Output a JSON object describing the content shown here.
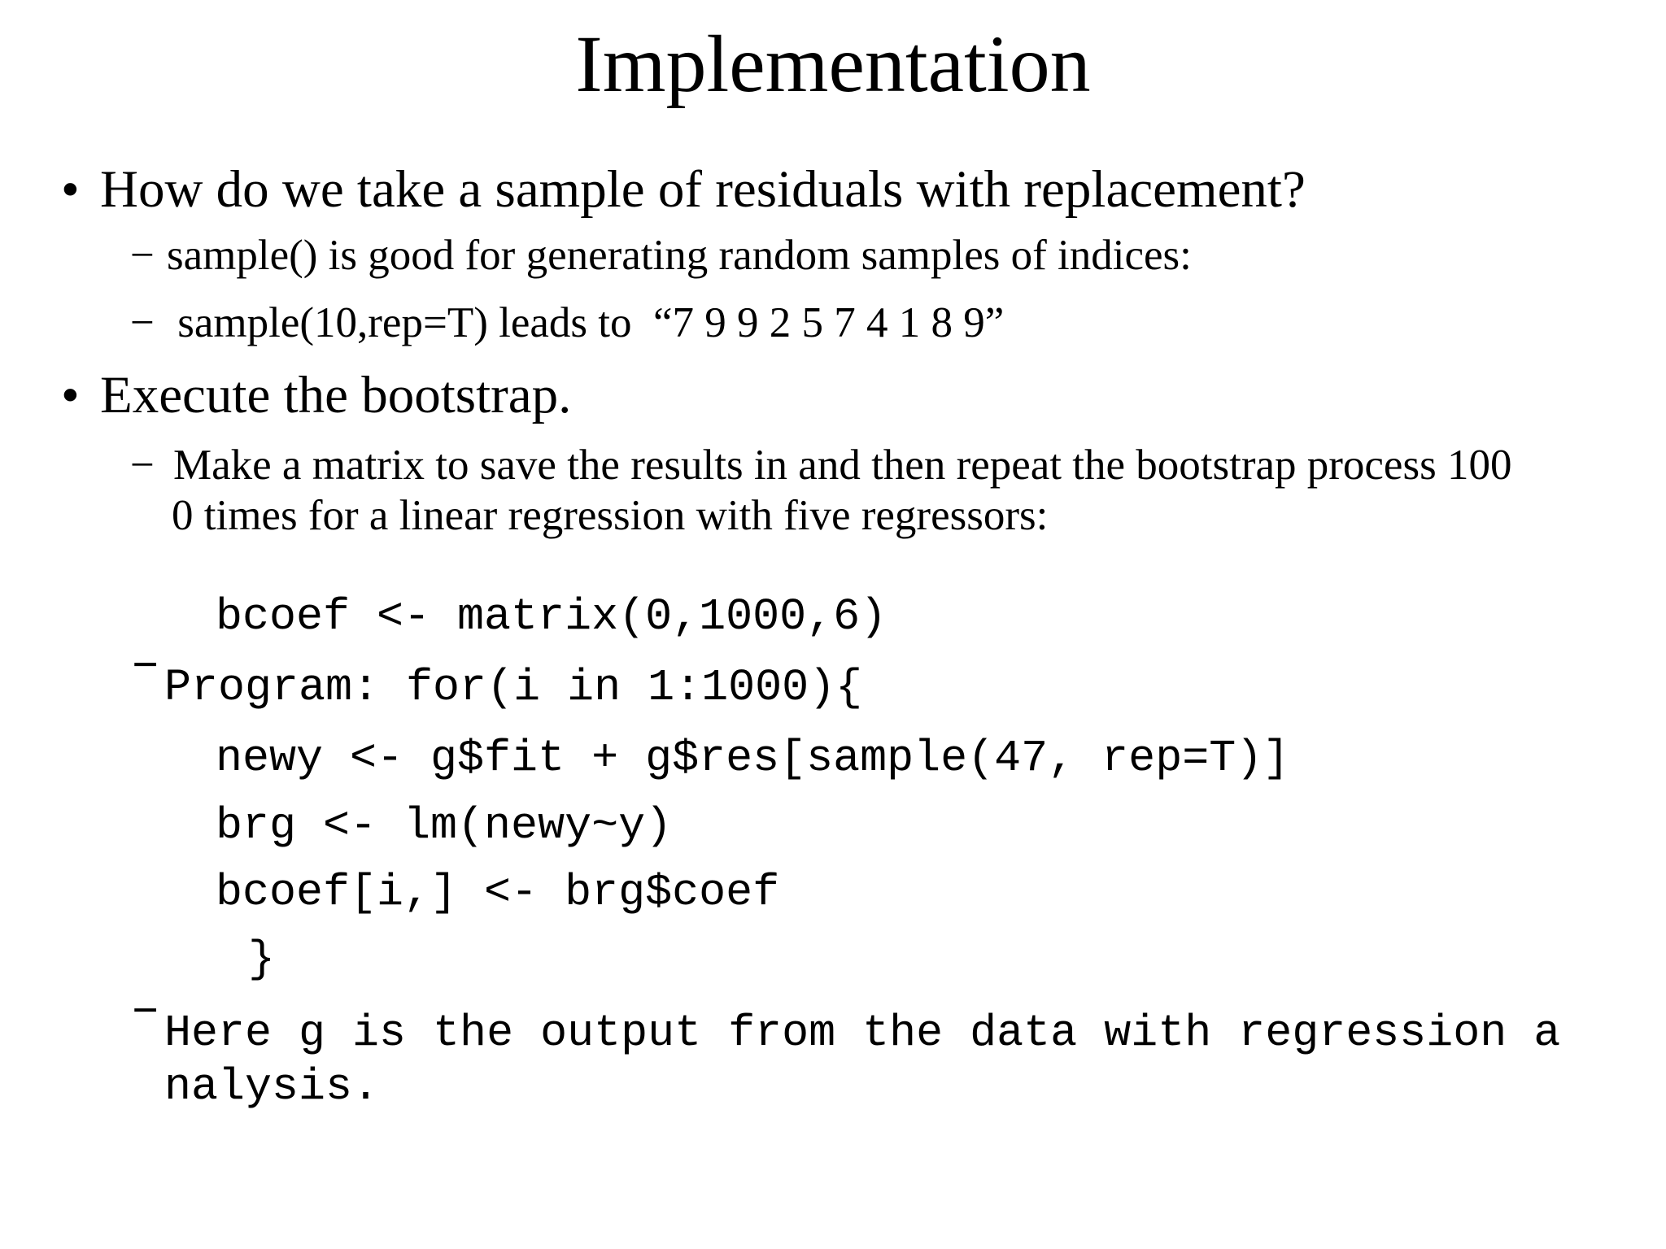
{
  "slide": {
    "background": "#ffffff",
    "text_color": "#000000",
    "title": "Implementation",
    "markers": {
      "bullet": "•",
      "dash": "−"
    },
    "bullets": {
      "b1": "How do we take a sample of residuals with replacement?",
      "s1": "sample() is good for generating random samples of indices:",
      "s2": " sample(10,rep=T) leads to  “7 9 9 2 5 7 4 1 8 9”",
      "b2": "Execute the bootstrap.",
      "s3_line1": "Make a matrix to save the results in and then repeat the bootstrap process 100",
      "s3_line2": "0 times for a linear regression with five regressors:"
    },
    "code": {
      "line1": "bcoef <- matrix(0,1000,6)",
      "line2": "Program: for(i in 1:1000){",
      "line3": "newy <- g$fit + g$res[sample(47, rep=T)]",
      "line4": "brg <- lm(newy~y)",
      "line5": "bcoef[i,] <- brg$coef",
      "line6": "}",
      "line7": "Here g is the output from the data with regression a",
      "line8": "nalysis."
    }
  }
}
